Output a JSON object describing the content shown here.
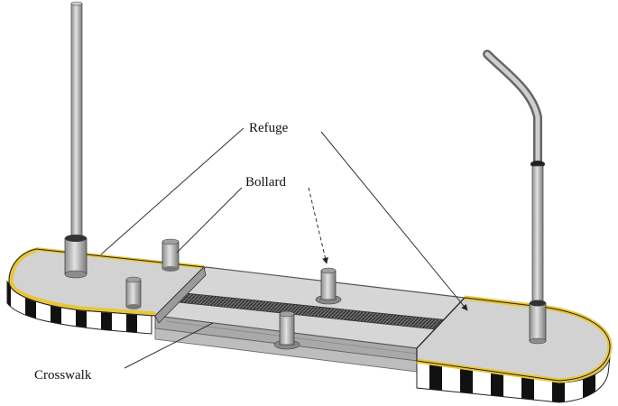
{
  "labels": {
    "refuge": "Refuge",
    "bollard": "Bollard",
    "crosswalk": "Crosswalk"
  },
  "colors": {
    "island_fill": "#d2d2d2",
    "edge_yellow": "#e8c63a",
    "walk_fill": "#cfcfcf",
    "hatch": "#555555",
    "pole": "#b4b4b4",
    "stripe_dark": "#111111",
    "stripe_light": "#ffffff"
  }
}
